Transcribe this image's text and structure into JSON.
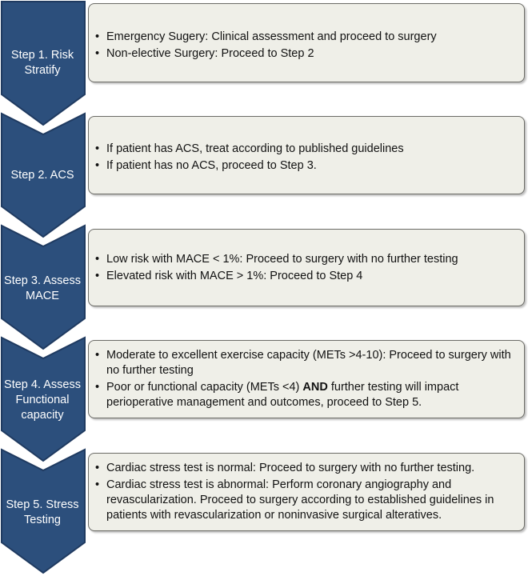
{
  "colors": {
    "arrow": "#2c4f7c",
    "arrow_stroke": "#1f3a60",
    "box_fill": "#efefe8",
    "box_border": "#6b6b66"
  },
  "steps": [
    {
      "label": "Step 1. Risk Stratify",
      "bullets": [
        {
          "text": "Emergency Sugery: Clinical assessment and proceed to surgery"
        },
        {
          "text": "Non-elective Surgery: Proceed to Step 2"
        }
      ]
    },
    {
      "label": "Step 2. ACS",
      "bullets": [
        {
          "text": "If patient has ACS, treat according to published guidelines"
        },
        {
          "text": "If patient has no ACS, proceed to Step 3."
        }
      ]
    },
    {
      "label": "Step 3. Assess MACE",
      "bullets": [
        {
          "text": "Low risk with MACE < 1%: Proceed to surgery with no further testing"
        },
        {
          "text": "Elevated risk with MACE > 1%: Proceed to Step 4"
        }
      ]
    },
    {
      "label": "Step 4. Assess Functional capacity",
      "bullets": [
        {
          "text": "Moderate to excellent exercise capacity (METs >4-10): Proceed to surgery with no further testing"
        },
        {
          "pre": "Poor or functional capacity (METs <4) ",
          "bold": "AND",
          "post": " further testing will impact perioperative management and outcomes, proceed to Step 5."
        }
      ]
    },
    {
      "label": "Step 5. Stress Testing",
      "bullets": [
        {
          "text": "Cardiac stress test is normal: Proceed to surgery with no further testing."
        },
        {
          "text": "Cardiac stress test is abnormal: Perform coronary angiography and revascularization. Proceed to surgery according to established guidelines in patients with revascularization or noninvasive surgical alteratives."
        }
      ]
    }
  ]
}
